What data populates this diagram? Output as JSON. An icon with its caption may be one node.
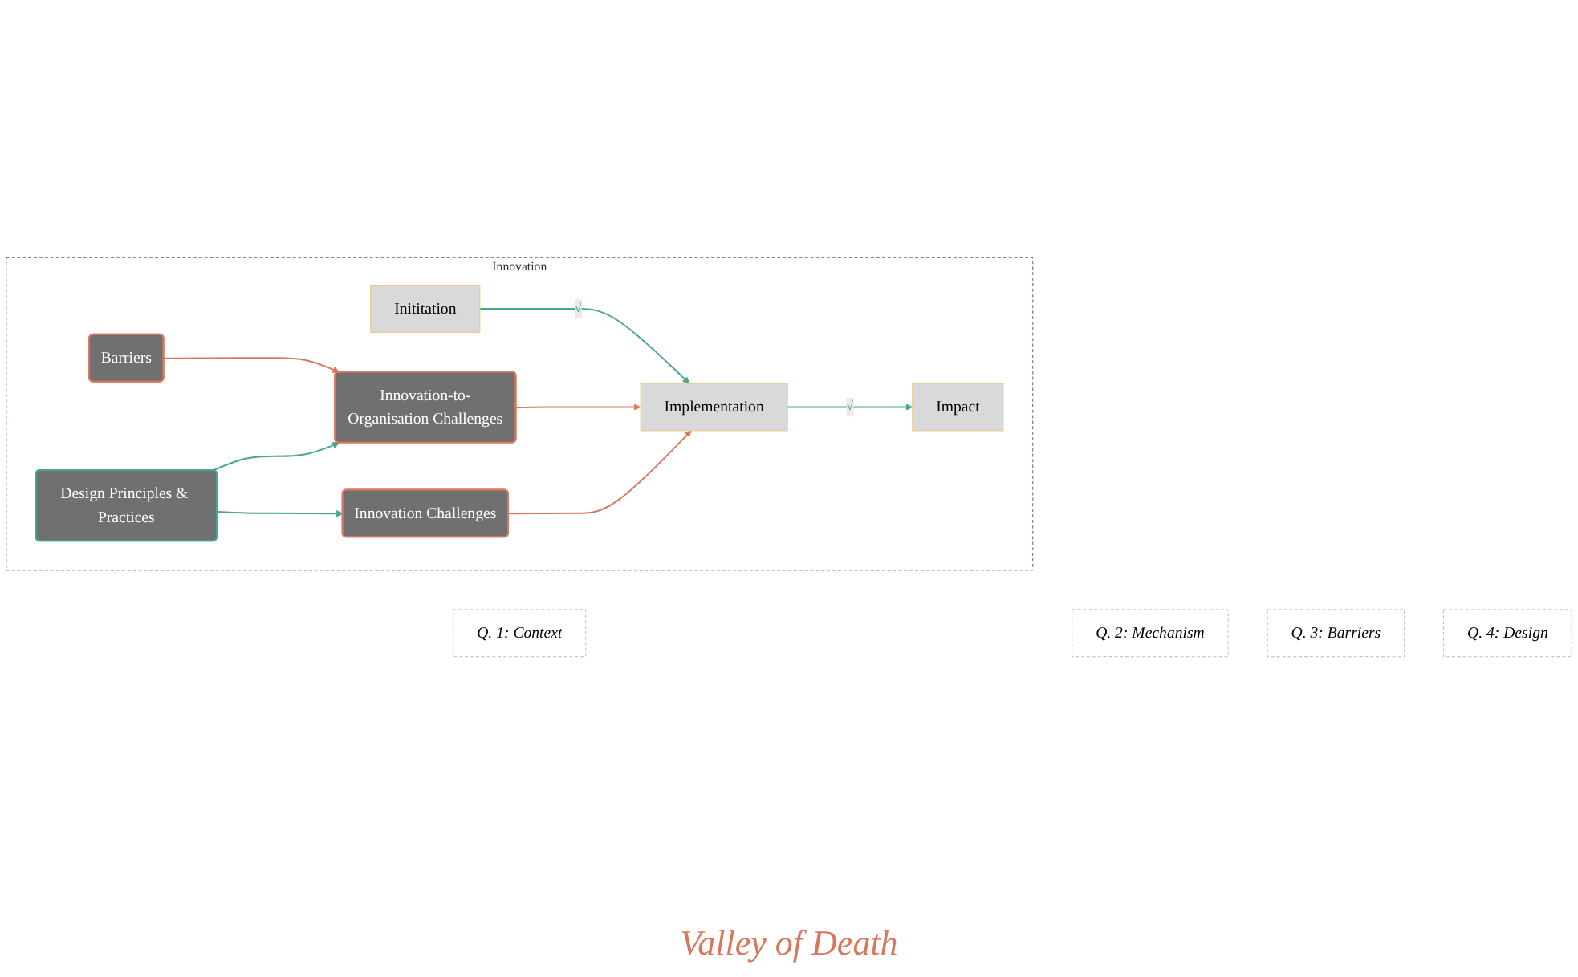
{
  "diagram": {
    "nodes": [
      {
        "text": [
          "Innovation"
        ]
      },
      {
        "text": [
          "Inititation"
        ],
        "in": 0
      },
      {
        "text": [
          "Implementation"
        ],
        "in": 0
      },
      {
        "text": [
          "Impact"
        ],
        "in": 0
      },
      {
        "text": [
          "Innovation Challenges"
        ],
        "in": 0
      },
      {
        "text": [
          "Innovation-to-Organisation Challenges"
        ],
        "in": 0
      },
      {
        "text": [
          "Barriers"
        ],
        "in": 0
      },
      {
        "text": [
          "Design Principles & Practices"
        ],
        "in": 0
      },
      {
        "text": [
          "Q. 1: Context"
        ]
      },
      {
        "text": [
          "Q. 2: Mechanism"
        ]
      },
      {
        "text": [
          "Q. 3: Barriers"
        ]
      },
      {
        "text": [
          "Q. 4: Design"
        ]
      }
    ],
    "edges": [
      {
        "from": 1,
        "to": 2,
        "arrow": "to",
        "label": "√",
        "color": "#4aa58f"
      },
      {
        "from": 2,
        "to": 3,
        "arrow": "to",
        "label": "√",
        "color": "#4aa58f"
      },
      {
        "from": 4,
        "to": 2,
        "arrow": "to",
        "color": "#d9775e"
      },
      {
        "from": 5,
        "to": 2,
        "arrow": "to",
        "color": "#d9775e"
      },
      {
        "from": 6,
        "to": 5,
        "arrow": "to",
        "color": "#d9775e"
      },
      {
        "from": 7,
        "to": 4,
        "arrow": "to",
        "color": "#4aa58f"
      },
      {
        "from": 7,
        "to": 5,
        "arrow": "to",
        "color": "#4aa58f"
      }
    ],
    "labels": [
      "Valley of Death"
    ]
  }
}
